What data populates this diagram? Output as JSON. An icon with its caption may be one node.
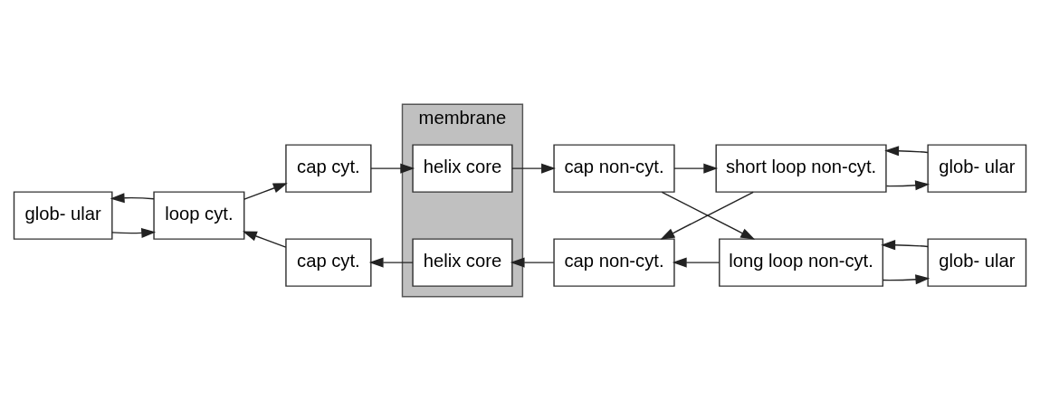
{
  "diagram": {
    "nodes": [
      {
        "text": [
          "membrane"
        ]
      },
      {
        "text": [
          "cap cyt."
        ]
      },
      {
        "text": [
          "helix core"
        ],
        "in": 0
      },
      {
        "text": [
          "cap non-cyt."
        ]
      },
      {
        "text": [
          "short loop non-cyt."
        ]
      },
      {
        "text": [
          "glob- ular"
        ]
      },
      {
        "text": [
          "glob- ular"
        ]
      },
      {
        "text": [
          "loop cyt."
        ]
      },
      {
        "text": [
          "cap cyt."
        ]
      },
      {
        "text": [
          "helix core"
        ],
        "in": 0
      },
      {
        "text": [
          "cap non-cyt."
        ]
      },
      {
        "text": [
          "long loop non-cyt."
        ]
      },
      {
        "text": [
          "glob- ular"
        ]
      }
    ],
    "edges": [
      {
        "from": 6,
        "to": 7,
        "arrow": "to"
      },
      {
        "from": 7,
        "to": 6,
        "arrow": "to"
      },
      {
        "from": 7,
        "to": 1,
        "arrow": "to"
      },
      {
        "from": 1,
        "to": 2,
        "arrow": "to"
      },
      {
        "from": 2,
        "to": 3,
        "arrow": "to"
      },
      {
        "from": 3,
        "to": 4,
        "arrow": "to"
      },
      {
        "from": 4,
        "to": 5,
        "arrow": "to"
      },
      {
        "from": 5,
        "to": 4,
        "arrow": "to"
      },
      {
        "from": 3,
        "to": 11,
        "arrow": "to"
      },
      {
        "from": 4,
        "to": 10,
        "arrow": "to"
      },
      {
        "from": 11,
        "to": 10,
        "arrow": "to"
      },
      {
        "from": 10,
        "to": 9,
        "arrow": "to"
      },
      {
        "from": 9,
        "to": 8,
        "arrow": "to"
      },
      {
        "from": 8,
        "to": 7,
        "arrow": "to"
      },
      {
        "from": 11,
        "to": 12,
        "arrow": "to"
      },
      {
        "from": 12,
        "to": 11,
        "arrow": "to"
      }
    ]
  }
}
